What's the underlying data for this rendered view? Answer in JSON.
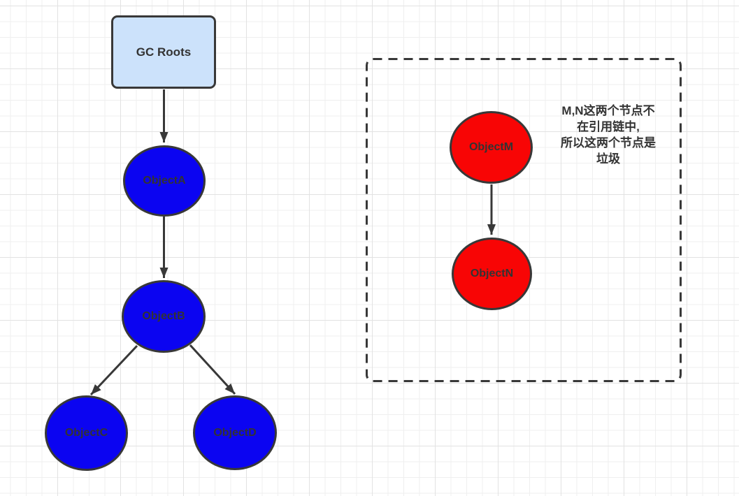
{
  "diagram_type": "gc-reachability-diagram",
  "nodes": {
    "gc_roots": {
      "label": "GC Roots",
      "shape": "rounded-rect",
      "fill": "#cce2fb"
    },
    "object_a": {
      "label": "ObjectA",
      "shape": "ellipse",
      "fill": "#0b04f1"
    },
    "object_b": {
      "label": "ObjectB",
      "shape": "ellipse",
      "fill": "#0b04f1"
    },
    "object_c": {
      "label": "ObjectC",
      "shape": "ellipse",
      "fill": "#0b04f1"
    },
    "object_d": {
      "label": "ObjectD",
      "shape": "ellipse",
      "fill": "#0b04f1"
    },
    "object_m": {
      "label": "ObjectM",
      "shape": "ellipse",
      "fill": "#f80505"
    },
    "object_n": {
      "label": "ObjectN",
      "shape": "ellipse",
      "fill": "#f80505"
    }
  },
  "edges": [
    {
      "from": "GC Roots",
      "to": "ObjectA"
    },
    {
      "from": "ObjectA",
      "to": "ObjectB"
    },
    {
      "from": "ObjectB",
      "to": "ObjectC"
    },
    {
      "from": "ObjectB",
      "to": "ObjectD"
    },
    {
      "from": "ObjectM",
      "to": "ObjectN"
    }
  ],
  "annotation": {
    "lines": [
      "M,N这两个节点不",
      "在引用链中,",
      "所以这两个节点是",
      "垃圾"
    ]
  },
  "colors": {
    "stroke": "#383838",
    "label": "#333333",
    "node_blue": "#0b04f1",
    "node_red": "#f80505",
    "root_fill": "#cce2fb",
    "background": "#ffffff",
    "grid_minor": "#efefef",
    "grid_major": "#e2e2e2"
  }
}
